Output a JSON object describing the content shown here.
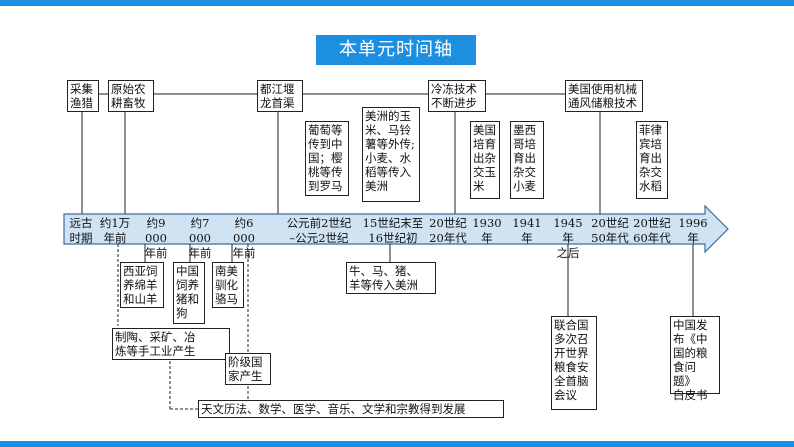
{
  "title": "本单元时间轴",
  "colors": {
    "accent": "#1d8fe1",
    "axis_fill": "#cfe3f3",
    "axis_stroke": "#3a6ea5",
    "line": "#222222"
  },
  "axis_labels": [
    "远古\n时期",
    "约1万\n年前",
    "约9 000\n年前",
    "约7 000\n年前",
    "约6 000\n年前",
    "公元前2世纪\n–公元2世纪",
    "15世纪末至\n16世纪初",
    "20世纪\n20年代",
    "1930\n年",
    "1941\n年",
    "1945年\n之后",
    "20世纪\n50年代",
    "20世纪\n60年代",
    "1996\n年"
  ],
  "top_boxes": {
    "b1": "采集\n渔猎",
    "b2": "原始农\n耕畜牧",
    "b3": "都江堰\n龙首渠",
    "b4": "冷冻技术\n不断进步",
    "b5": "美国使用机械\n通风储粮技术",
    "b6": "葡萄等\n传到中\n国；樱\n桃等传\n到罗马",
    "b7": "美洲的玉\n米、马铃\n薯等外传;\n小麦、水\n稻等传入\n美洲",
    "b8": "美国\n培育\n出杂\n交玉\n米",
    "b9": "墨西\n哥培育出\n杂交\n小麦",
    "b10": "菲律\n宾培\n育出\n杂交\n水稻"
  },
  "bottom_boxes": {
    "c1": "西亚饲\n养绵羊\n和山羊",
    "c2": "中国\n饲养\n猪和\n狗",
    "c3": "南美\n驯化\n骆马",
    "c4": "牛、马、猪、\n羊等传入美洲",
    "c5": "制陶、采矿、冶\n炼等手工业产生",
    "c6": "阶级国\n家产生",
    "c7": "天文历法、数学、医学、音乐、文学和宗教得到发展",
    "c8": "联合国\n多次召\n开世界\n粮食安\n全首脑\n会议",
    "c9": "中国发\n布《中\n国的粮\n食问题》\n白皮书"
  }
}
